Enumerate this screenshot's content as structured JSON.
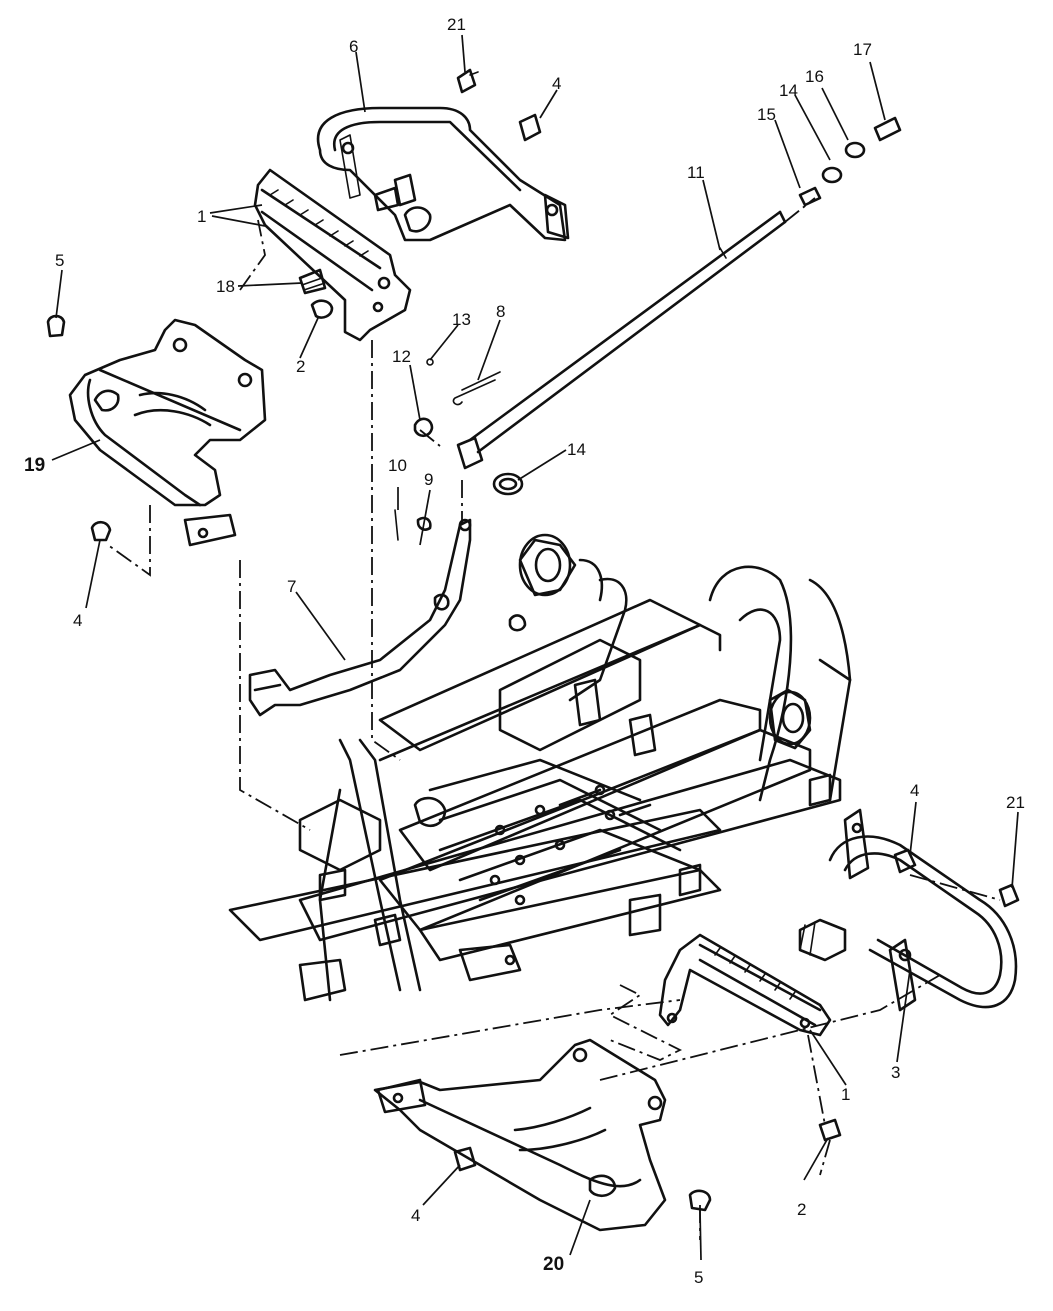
{
  "callouts": [
    {
      "id": "c21a",
      "text": "21"
    },
    {
      "id": "c6",
      "text": "6"
    },
    {
      "id": "c4a",
      "text": "4"
    },
    {
      "id": "c17",
      "text": "17"
    },
    {
      "id": "c14a",
      "text": "14"
    },
    {
      "id": "c16",
      "text": "16"
    },
    {
      "id": "c15",
      "text": "15"
    },
    {
      "id": "c11",
      "text": "11"
    },
    {
      "id": "c1a",
      "text": "1"
    },
    {
      "id": "c5a",
      "text": "5"
    },
    {
      "id": "c18",
      "text": "18"
    },
    {
      "id": "c13",
      "text": "13"
    },
    {
      "id": "c8",
      "text": "8"
    },
    {
      "id": "c2a",
      "text": "2"
    },
    {
      "id": "c12",
      "text": "12"
    },
    {
      "id": "c19",
      "text": "19"
    },
    {
      "id": "c14b",
      "text": "14"
    },
    {
      "id": "c10",
      "text": "10"
    },
    {
      "id": "c9",
      "text": "9"
    },
    {
      "id": "c4b",
      "text": "4"
    },
    {
      "id": "c7",
      "text": "7"
    },
    {
      "id": "c4c",
      "text": "4"
    },
    {
      "id": "c21b",
      "text": "21"
    },
    {
      "id": "c1b",
      "text": "1"
    },
    {
      "id": "c3",
      "text": "3"
    },
    {
      "id": "c2b",
      "text": "2"
    },
    {
      "id": "c4d",
      "text": "4"
    },
    {
      "id": "c20",
      "text": "20"
    },
    {
      "id": "c5b",
      "text": "5"
    }
  ]
}
